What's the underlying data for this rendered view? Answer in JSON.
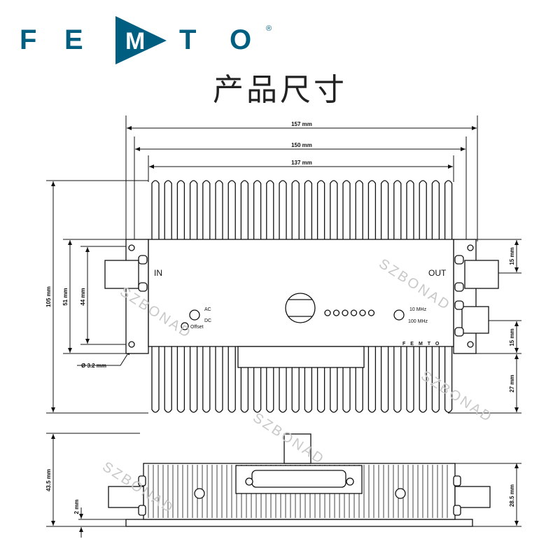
{
  "brand": {
    "name": "FEMTO",
    "registered": "®",
    "color": "#005f80"
  },
  "title": "产品尺寸",
  "front_view": {
    "dimensions": {
      "width_overall": "157 mm",
      "width_flanges": "150 mm",
      "width_body": "137 mm",
      "height_overall": "105 mm",
      "height_body": "51 mm",
      "height_inner": "44 mm",
      "connector_offset_top": "15 mm",
      "connector_offset_bottom": "15 mm",
      "heatsink_height": "27 mm",
      "hole_diameter": "Ø 3.2 mm"
    },
    "panel": {
      "in_label": "IN",
      "out_label": "OUT",
      "ac_label": "AC",
      "dc_label": "DC",
      "offset_label": "Offset",
      "freq_high_label": "10 MHz",
      "freq_low_label": "100 MHz",
      "panel_logo": "FEMTO"
    }
  },
  "side_view": {
    "dimensions": {
      "height_overall": "43.5 mm",
      "base_thickness": "2 mm",
      "connector_height": "28.5 mm"
    }
  },
  "watermark": "SZBONAD"
}
